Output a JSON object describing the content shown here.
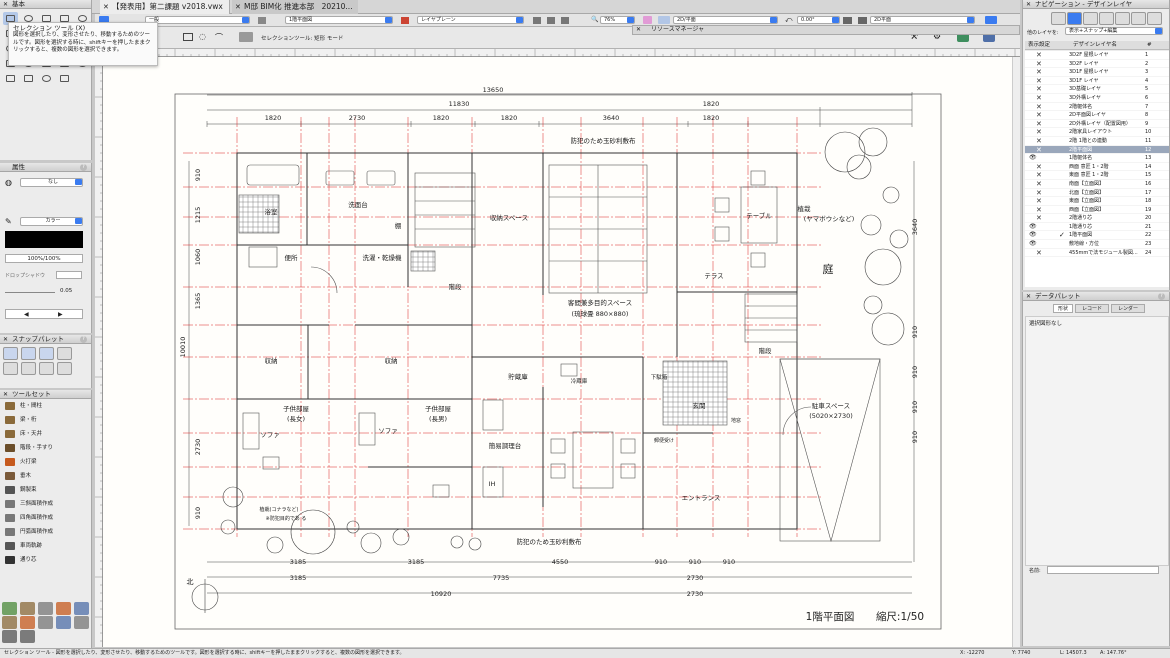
{
  "tabs": [
    {
      "label": "【発表用】第二課題 v2018.vwx",
      "active": true
    },
    {
      "label": "M邸 BIM化 推進本部　20210...",
      "active": false
    }
  ],
  "toolbar": {
    "class_select": "一般",
    "layer_select": "1階平面図",
    "layer_plane": "レイヤプレーン",
    "zoom": "76%",
    "view": "2D/平面",
    "rotation": "0.00°",
    "render": "2D平面"
  },
  "mode_bar": {
    "label": "セレクションツール: 矩形 モード"
  },
  "resource_manager": {
    "title": "リソースマネージャ"
  },
  "tooltip": {
    "title": "セレクション ツール (X)",
    "body": "図形を選択したり、変形させたり、移動するためのツールです。図形を選択する時に、shiftキーを押したままクリックすると、複数の図形を選択できます。"
  },
  "basic_palette": {
    "title": "基本"
  },
  "attributes": {
    "title": "属性",
    "fill_label": "なし",
    "pen_label": "カラー",
    "opacity": "100%/100%",
    "drop_shadow_label": "ドロップシャドウ",
    "line_weight": "0.05"
  },
  "snap_palette": {
    "title": "スナップパレット"
  },
  "tool_set": {
    "title": "ツールセット",
    "items": [
      "柱・間柱",
      "梁・桁",
      "床・天井",
      "階段・手すり",
      "火打梁",
      "垂木",
      "鋼製束",
      "三斜面積作成",
      "四角面積作成",
      "円弧面積作成",
      "車両軌跡",
      "通り芯"
    ]
  },
  "status_bar": {
    "message": "セレクション ツール - 図形を選択したり、変形させたり、移動するためのツールです。図形を選択する時に、shiftキーを押したままクリックすると、複数の図形を選択できます。",
    "x": "X: -12270",
    "y": "Y: 7740",
    "l": "L: 14507.3",
    "a": "A: 147.76°"
  },
  "navigation": {
    "title": "ナビゲーション - デザインレイヤ",
    "other_layers_label": "他のレイヤを:",
    "other_layers_value": "表示+スナップ+編集",
    "col_visibility": "表示設定",
    "col_name": "デザインレイヤ名",
    "col_number": "#",
    "rows": [
      {
        "name": "3D2F 屋根レイヤ",
        "num": "1",
        "vis": "x",
        "active": false
      },
      {
        "name": "3D2F レイヤ",
        "num": "2",
        "vis": "x",
        "active": false
      },
      {
        "name": "3D1F 屋根レイヤ",
        "num": "3",
        "vis": "x",
        "active": false
      },
      {
        "name": "3D1F レイヤ",
        "num": "4",
        "vis": "x",
        "active": false
      },
      {
        "name": "3D基礎レイヤ",
        "num": "5",
        "vis": "x",
        "active": false
      },
      {
        "name": "3D外構レイヤ",
        "num": "6",
        "vis": "x",
        "active": false
      },
      {
        "name": "2階躯体名",
        "num": "7",
        "vis": "x",
        "active": false
      },
      {
        "name": "2D平面図レイヤ",
        "num": "8",
        "vis": "x",
        "active": false
      },
      {
        "name": "2D外構レイヤ（配置図用）",
        "num": "9",
        "vis": "x",
        "active": false
      },
      {
        "name": "2階家具レイアウト",
        "num": "10",
        "vis": "x",
        "active": false
      },
      {
        "name": "2階 1階との連動",
        "num": "11",
        "vis": "x",
        "active": false
      },
      {
        "name": "2階平面図",
        "num": "12",
        "vis": "x",
        "active": false,
        "selected": true
      },
      {
        "name": "1階躯体名",
        "num": "13",
        "vis": "eye",
        "active": false
      },
      {
        "name": "西面 意匠 1・2階",
        "num": "14",
        "vis": "x",
        "active": false
      },
      {
        "name": "東面 意匠 1・2階",
        "num": "15",
        "vis": "x",
        "active": false
      },
      {
        "name": "南面【立面図】",
        "num": "16",
        "vis": "x",
        "active": false
      },
      {
        "name": "北面【立面図】",
        "num": "17",
        "vis": "x",
        "active": false
      },
      {
        "name": "東面【立面図】",
        "num": "18",
        "vis": "x",
        "active": false
      },
      {
        "name": "西面【立面図】",
        "num": "19",
        "vis": "x",
        "active": false
      },
      {
        "name": "2階通り芯",
        "num": "20",
        "vis": "x",
        "active": false
      },
      {
        "name": "1階通り芯",
        "num": "21",
        "vis": "eye",
        "active": false
      },
      {
        "name": "1階平面図",
        "num": "22",
        "vis": "eye",
        "active": true
      },
      {
        "name": "敷地線・方位",
        "num": "23",
        "vis": "eye",
        "active": false
      },
      {
        "name": "455mmで法モジュール製図...",
        "num": "24",
        "vis": "x",
        "active": false
      }
    ]
  },
  "data_palette": {
    "title": "データパレット",
    "tabs": [
      "形状",
      "レコード",
      "レンダー"
    ],
    "selection": "選択図形なし",
    "name_label": "名前:"
  },
  "plan": {
    "title": "1階平面図",
    "scale": "縮尺:1/50",
    "north": "北",
    "dims_top_total": "13650",
    "dims_top_mid": "11830",
    "dims_top_right": "1820",
    "dims_top": [
      "1820",
      "2730",
      "1820",
      "1820",
      "3640",
      "1820"
    ],
    "dims_left_total": "10010",
    "dims_left": [
      "910",
      "1215",
      "1060",
      "1365",
      "2730",
      "910"
    ],
    "dims_right": [
      "3640",
      "910",
      "910",
      "910",
      "910"
    ],
    "dims_bottom1": [
      "3185",
      "3185",
      "4550",
      "910",
      "910",
      "910"
    ],
    "dims_bottom2": [
      "3185",
      "7735",
      "2730"
    ],
    "dims_bottom3": [
      "10920",
      "2730"
    ],
    "rooms": {
      "gravel_top": "防犯のため玉砂利敷布",
      "gravel_bottom": "防犯のため玉砂利敷布",
      "bath": "浴室",
      "washbasin": "洗面台",
      "shelf": "棚",
      "storage_space": "収納スペース",
      "toilet": "便所",
      "laundry": "洗濯・乾燥機",
      "stairs1": "階段",
      "stairs2": "階段",
      "guest_room": "客間兼多目的スペース",
      "guest_room_note": "(琉球畳 880×880)",
      "table": "テーブル",
      "terrace": "テラス",
      "planting": "植栽",
      "planting_note": "(ヤマボウシなど)",
      "garden": "庭",
      "storage1": "収納",
      "storage2": "収納",
      "pantry": "貯蔵庫",
      "fridge": "冷蔵庫",
      "shoe": "下駄箱",
      "entrance_hall": "玄関",
      "floor_drain": "地窓",
      "mailbox": "郵便受け",
      "parking": "駐車スペース",
      "parking_note": "(5020×2730)",
      "child_girl": "子供部屋",
      "child_girl_note": "(長女)",
      "child_boy": "子供部屋",
      "child_boy_note": "(長男)",
      "sofa1": "ソファ",
      "sofa2": "ソファ",
      "kitchen": "簡易調理台",
      "ih": "IH",
      "entrance": "エントランス",
      "plant_note1": "植栽(コナラなど)",
      "plant_note2": "※防犯目的であ る"
    }
  }
}
